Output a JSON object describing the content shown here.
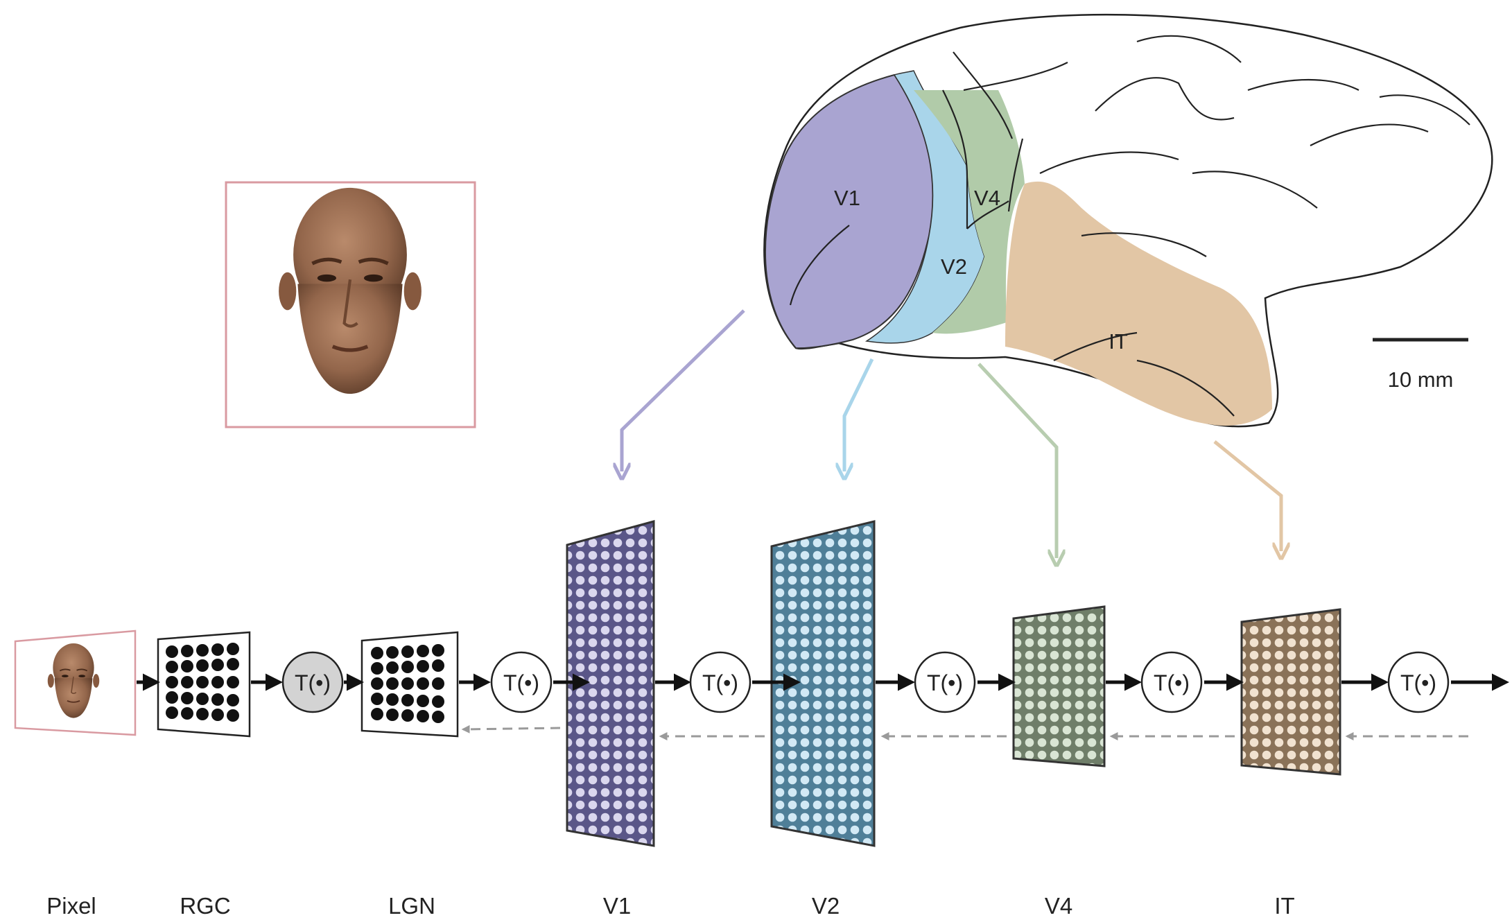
{
  "brain": {
    "regions": [
      {
        "key": "v1",
        "label": "V1",
        "color": "#a9a4d1"
      },
      {
        "key": "v2",
        "label": "V2",
        "color": "#a9d5ea"
      },
      {
        "key": "v4",
        "label": "V4",
        "color": "#b1cba9"
      },
      {
        "key": "it",
        "label": "IT",
        "color": "#e2c6a5"
      }
    ],
    "scale_label": "10 mm"
  },
  "transform_label": "T(•)",
  "stages": [
    {
      "key": "pixel",
      "label": "Pixel"
    },
    {
      "key": "rgc",
      "label": "RGC"
    },
    {
      "key": "lgn",
      "label": "LGN"
    },
    {
      "key": "v1",
      "label": "V1",
      "color": "#9891c2"
    },
    {
      "key": "v2",
      "label": "V2",
      "color": "#8cc3de"
    },
    {
      "key": "v4",
      "label": "V4",
      "color": "#a8bfa0"
    },
    {
      "key": "it",
      "label": "IT",
      "color": "#d7b894"
    }
  ],
  "colors": {
    "face_frame": "#d99aa1",
    "line": "#1a1a1a",
    "feedback": "#9a9a9a",
    "lgn_transform_fill": "#d3d3d3"
  }
}
